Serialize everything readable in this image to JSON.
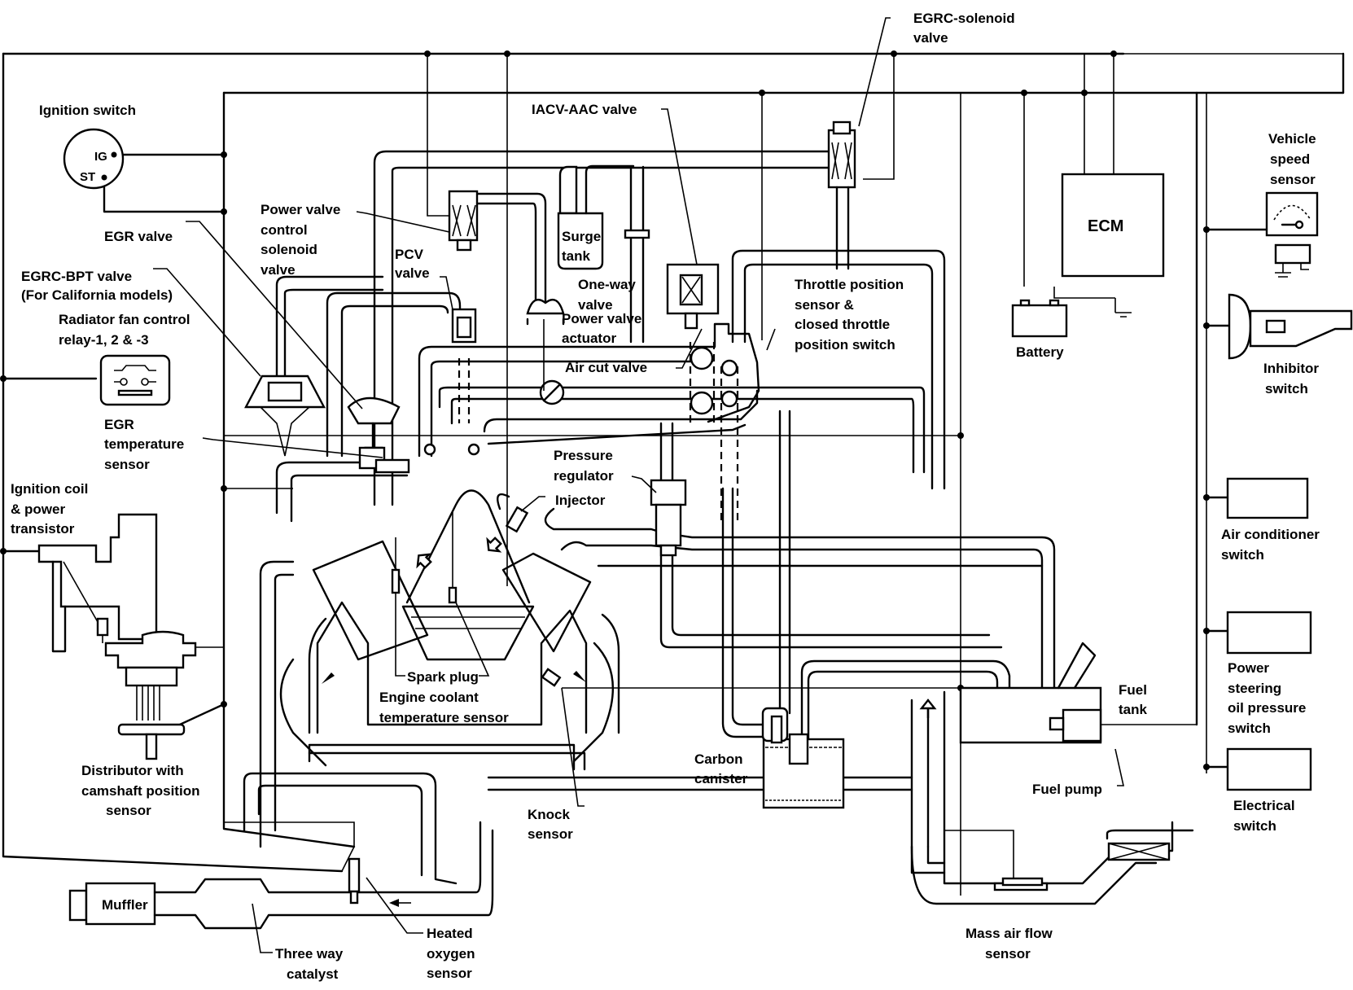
{
  "diagram": {
    "title": "Engine control system diagram",
    "labels": {
      "egrc_solenoid_valve": [
        "EGRC-solenoid",
        "valve"
      ],
      "ignition_switch": "Ignition switch",
      "ig_terminal": "IG",
      "st_terminal": "ST",
      "iacv_aac_valve": "IACV-AAC valve",
      "vehicle_speed_sensor": [
        "Vehicle",
        "speed",
        "sensor"
      ],
      "ecm": "ECM",
      "power_valve_control_solenoid_valve": [
        "Power valve",
        "control",
        "solenoid",
        "valve"
      ],
      "egr_valve": "EGR valve",
      "surge_tank": [
        "Surge",
        "tank"
      ],
      "egrc_bpt_valve": [
        "EGRC-BPT valve",
        "(For California models)"
      ],
      "pcv_valve": [
        "PCV",
        "valve"
      ],
      "one_way_valve": [
        "One-way",
        "valve"
      ],
      "power_valve_actuator": [
        "Power valve",
        "actuator"
      ],
      "throttle_position_sensor": [
        "Throttle position",
        "sensor &",
        "closed throttle",
        "position switch"
      ],
      "radiator_fan_control_relay": [
        "Radiator fan control",
        "relay-1, 2 & -3"
      ],
      "battery": "Battery",
      "inhibitor_switch": [
        "Inhibitor",
        "switch"
      ],
      "air_cut_valve": "Air cut valve",
      "egr_temperature_sensor": [
        "EGR",
        "temperature",
        "sensor"
      ],
      "pressure_regulator": [
        "Pressure",
        "regulator"
      ],
      "injector": "Injector",
      "ignition_coil": [
        "Ignition coil",
        "& power",
        "transistor"
      ],
      "air_conditioner_switch": [
        "Air conditioner",
        "switch"
      ],
      "power_steering_switch": [
        "Power",
        "steering",
        "oil pressure",
        "switch"
      ],
      "spark_plug": "Spark plug",
      "engine_coolant_temperature_sensor": [
        "Engine coolant",
        "temperature sensor"
      ],
      "fuel_tank": [
        "Fuel",
        "tank"
      ],
      "carbon_canister": [
        "Carbon",
        "canister"
      ],
      "distributor": [
        "Distributor with",
        "camshaft position",
        "sensor"
      ],
      "fuel_pump": "Fuel pump",
      "electrical_switch": [
        "Electrical",
        "switch"
      ],
      "knock_sensor": [
        "Knock",
        "sensor"
      ],
      "muffler": "Muffler",
      "three_way_catalyst": [
        "Three way",
        "catalyst"
      ],
      "heated_oxygen_sensor": [
        "Heated",
        "oxygen",
        "sensor"
      ],
      "mass_air_flow_sensor": [
        "Mass air flow",
        "sensor"
      ]
    }
  }
}
